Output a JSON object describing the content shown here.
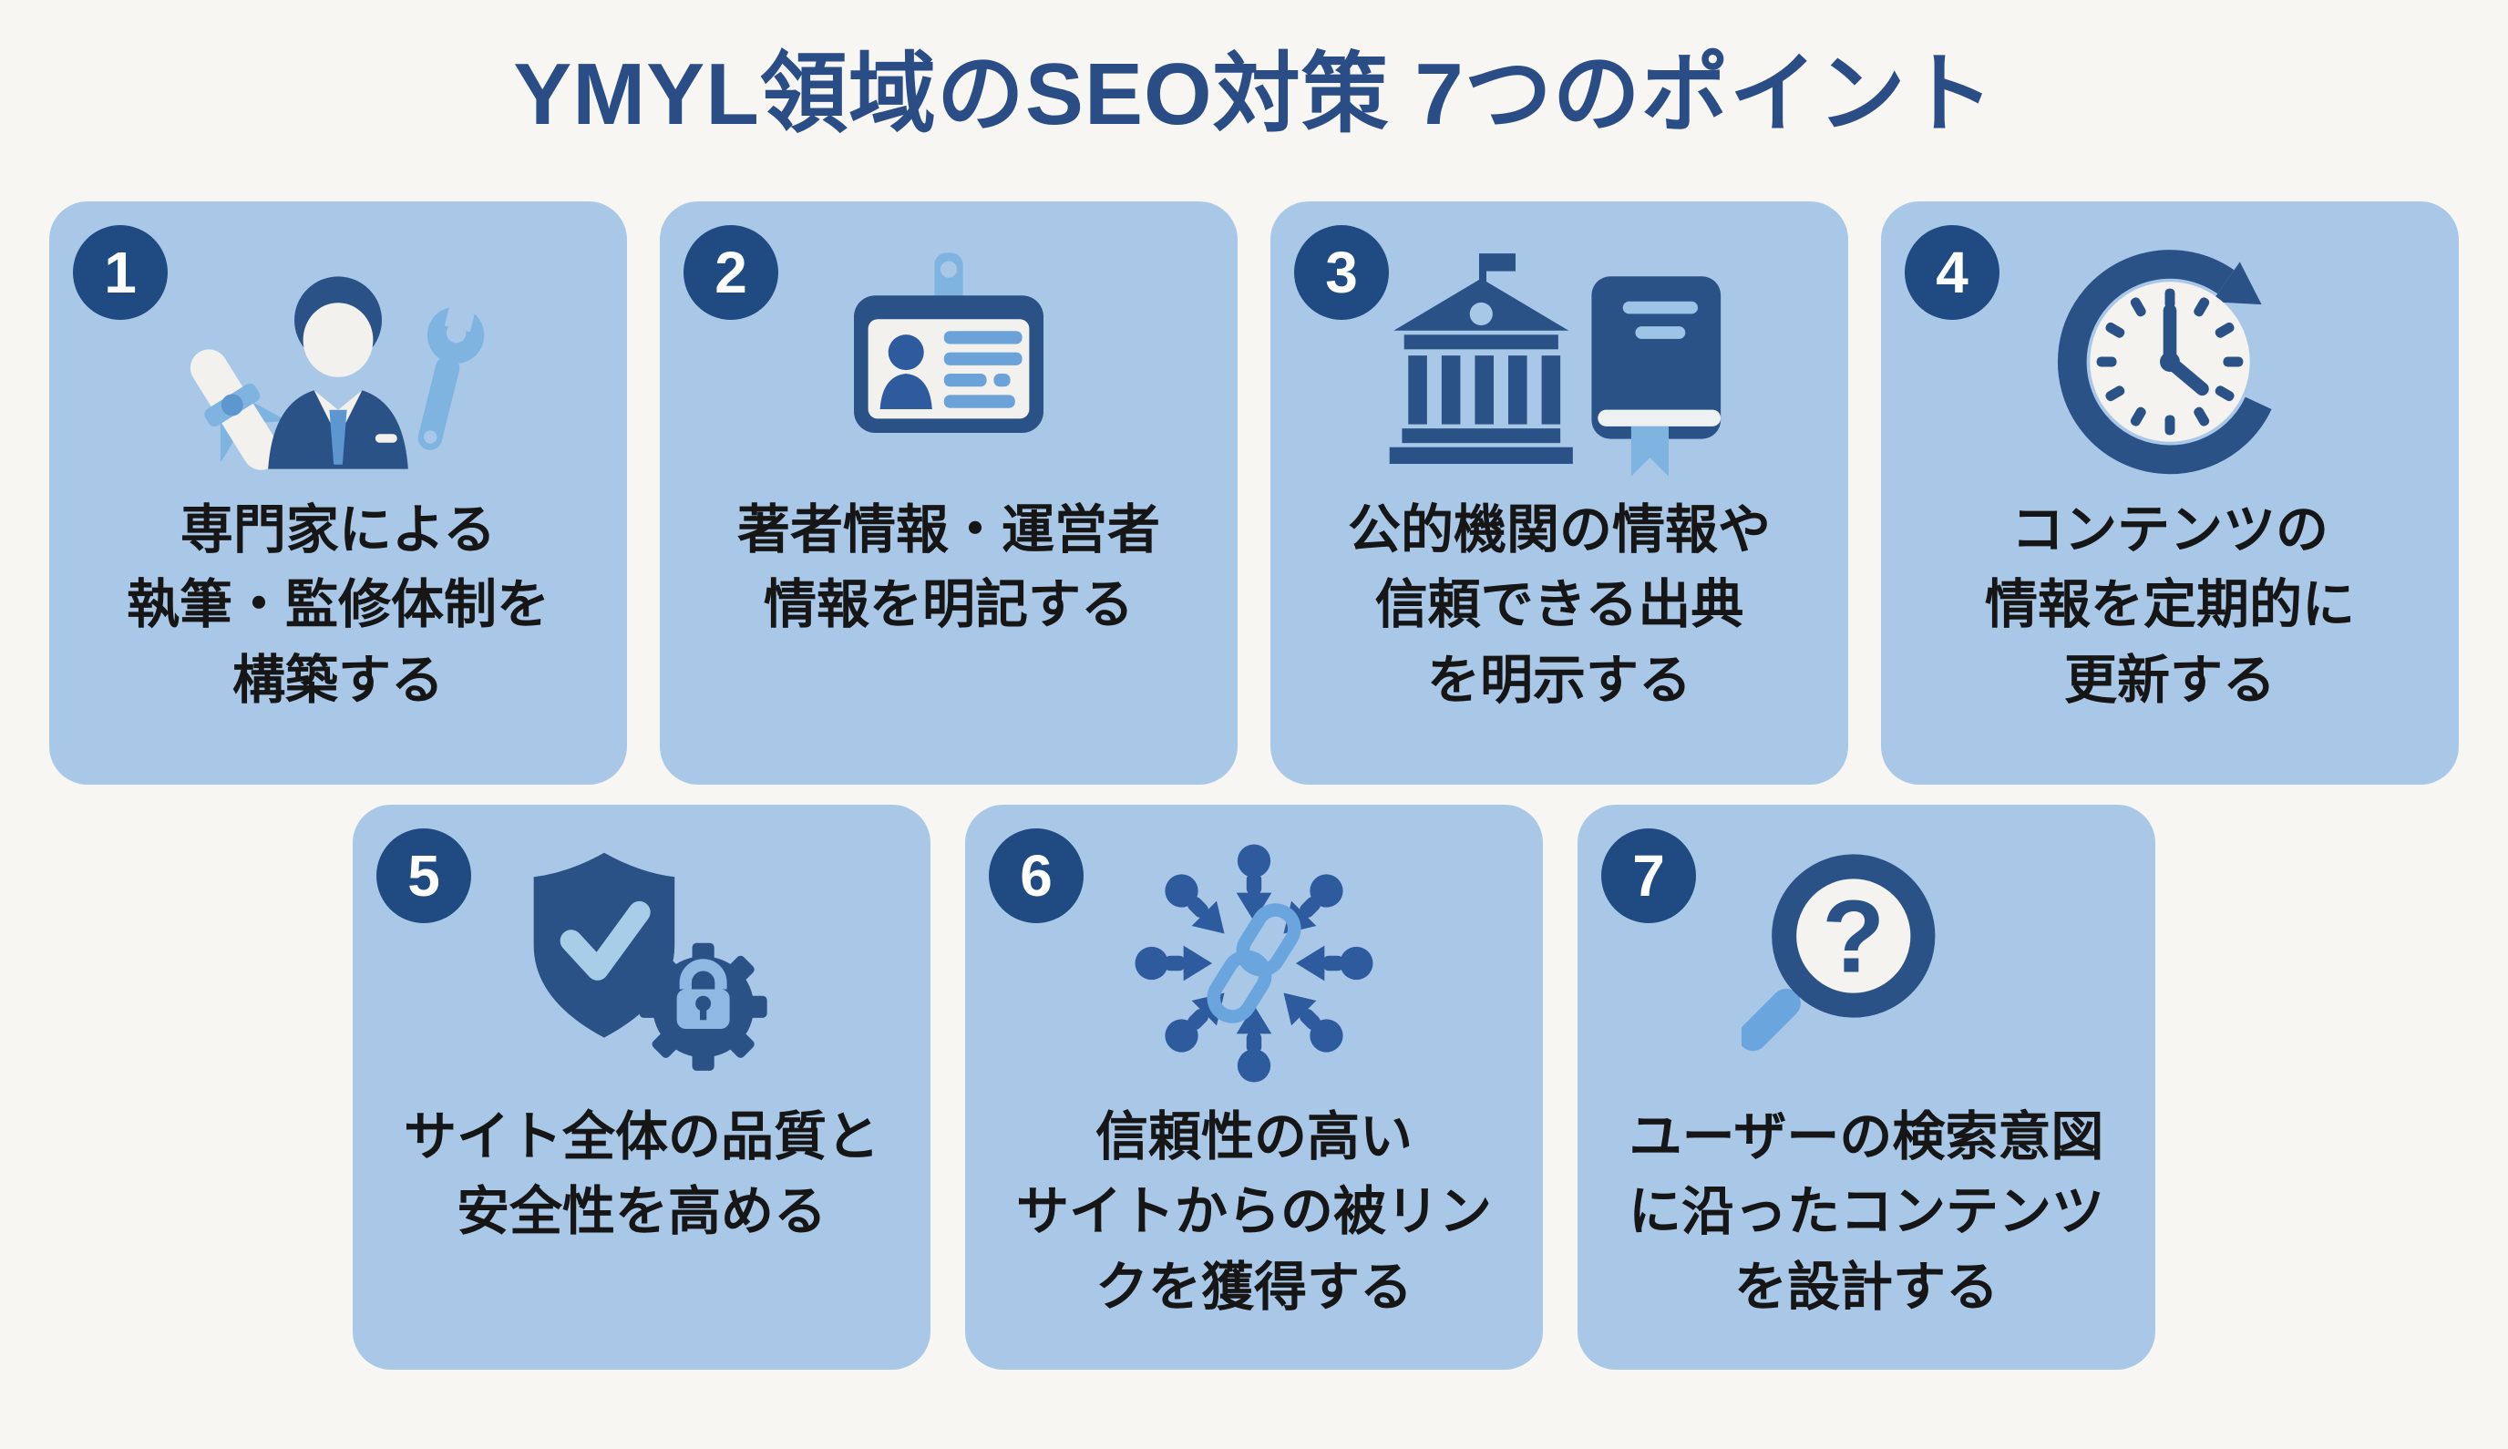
{
  "page": {
    "title": "YMYL領域のSEO対策 7つのポイント",
    "title_color": "#2b4d85",
    "background_color": "#f7f6f2",
    "card_color": "#a9c8e8",
    "badge_color": "#1f4b82",
    "icon_navy": "#2a5286",
    "icon_blue": "#5e97d0",
    "icon_light_blue": "#7fb3e0",
    "text_color": "#161616"
  },
  "cards": [
    {
      "number": "1",
      "icon": "expert-supervision-icon",
      "text": "専門家による\n執筆・監修体制を\n構築する"
    },
    {
      "number": "2",
      "icon": "author-id-badge-icon",
      "text": "著者情報・運営者\n情報を明記する"
    },
    {
      "number": "3",
      "icon": "official-source-icon",
      "text": "公的機関の情報や\n信頼できる出典\nを明示する"
    },
    {
      "number": "4",
      "icon": "update-clock-icon",
      "text": "コンテンツの\n情報を定期的に\n更新する"
    },
    {
      "number": "5",
      "icon": "quality-security-icon",
      "text": "サイト全体の品質と\n安全性を高める"
    },
    {
      "number": "6",
      "icon": "backlink-icon",
      "text": "信頼性の高い\nサイトからの被リン\nクを獲得する"
    },
    {
      "number": "7",
      "icon": "search-intent-icon",
      "text": "ユーザーの検索意図\nに沿ったコンテンツ\nを設計する"
    }
  ]
}
